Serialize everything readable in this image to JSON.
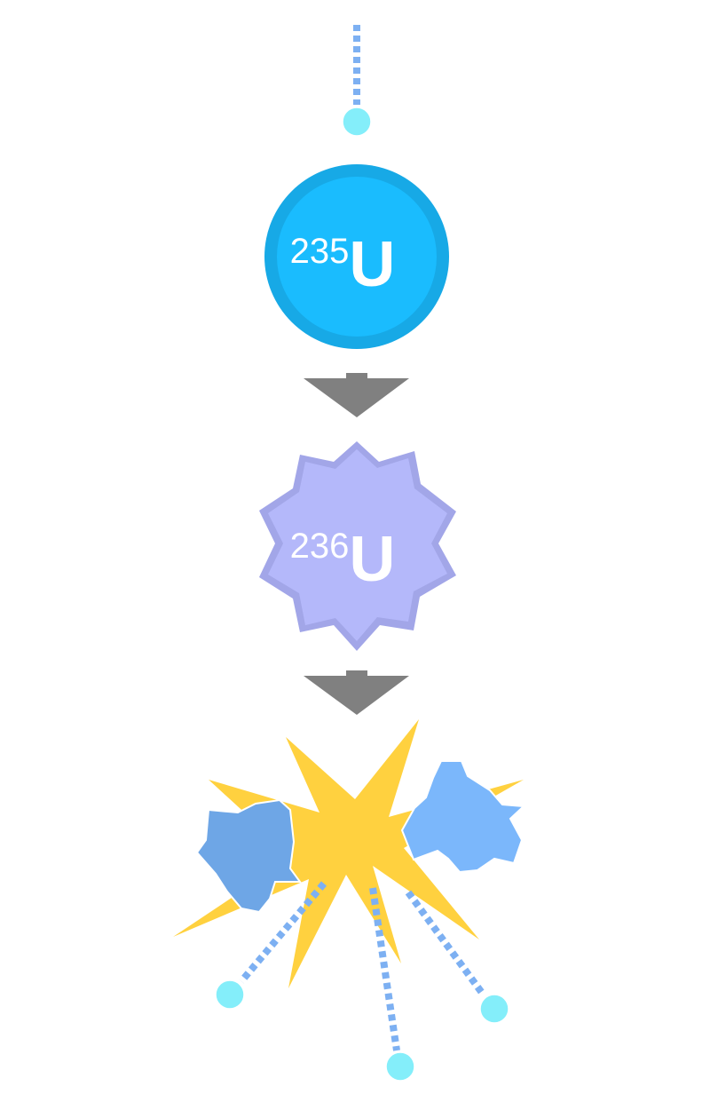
{
  "colors": {
    "neutron": "#84EEFA",
    "trail": "#7DB0F2",
    "u235_fill": "#1ABCFE",
    "u235_ring": "#17A9E6",
    "u236_fill": "#B4B8FA",
    "u236_edge": "#A2A6E8",
    "arrow": "#808080",
    "burst": "#FFD13F",
    "fragment_left": "#6EA6E6",
    "fragment_right": "#7BB7FB"
  },
  "nucleus_235": {
    "mass_number": "235",
    "symbol": "U"
  },
  "nucleus_236": {
    "mass_number": "236",
    "symbol": "U"
  },
  "icons": {
    "incoming_neutron": "neutron-icon",
    "transition_arrow": "arrow-down-icon",
    "explosion": "burst-icon",
    "fragment": "fission-fragment-icon"
  }
}
